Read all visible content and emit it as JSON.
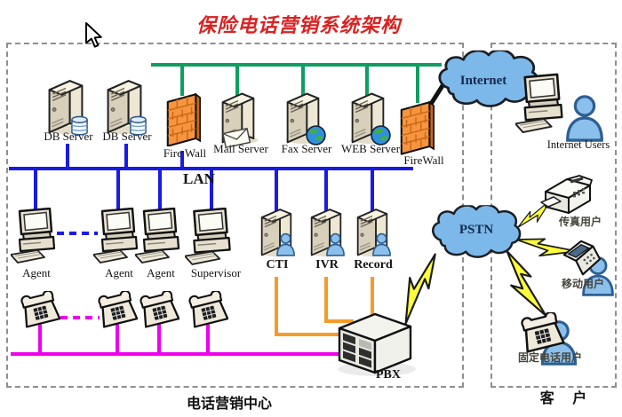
{
  "title": "保险电话营销系统架构",
  "zones": {
    "center_caption": "电话营销中心",
    "customer_caption": "客 户"
  },
  "servers": [
    {
      "label": "DB Server"
    },
    {
      "label": "DB Server"
    },
    {
      "label": "Fire Wall"
    },
    {
      "label": "Mail Server"
    },
    {
      "label": "Fax Server"
    },
    {
      "label": "WEB Server"
    },
    {
      "label": "FireWall"
    }
  ],
  "lan_label": "LAN",
  "workstations": [
    {
      "label": "Agent"
    },
    {
      "label": "Agent"
    },
    {
      "label": "Agent"
    },
    {
      "label": "Supervisor"
    }
  ],
  "telephony": {
    "servers": [
      {
        "label": "CTI"
      },
      {
        "label": "IVR"
      },
      {
        "label": "Record"
      }
    ],
    "pbx_label": "PBX"
  },
  "clouds": {
    "internet": "Internet",
    "pstn": "PSTN"
  },
  "customers": {
    "internet_users": "Internet Users",
    "fax_user": "传真用户",
    "mobile_user": "移动用户",
    "fixed_line_user": "固定电话用户"
  },
  "colors": {
    "title_red": "#d92222",
    "backbone_line": "#0f9e62",
    "lan_line": "#1a1ae6",
    "phone_line": "#ee00ee",
    "pbx_link_line": "#f59b2a",
    "lightning": "#ffff3a",
    "cloud_fill": "#7cb8ea",
    "firewall_fill": "#f6953e"
  }
}
